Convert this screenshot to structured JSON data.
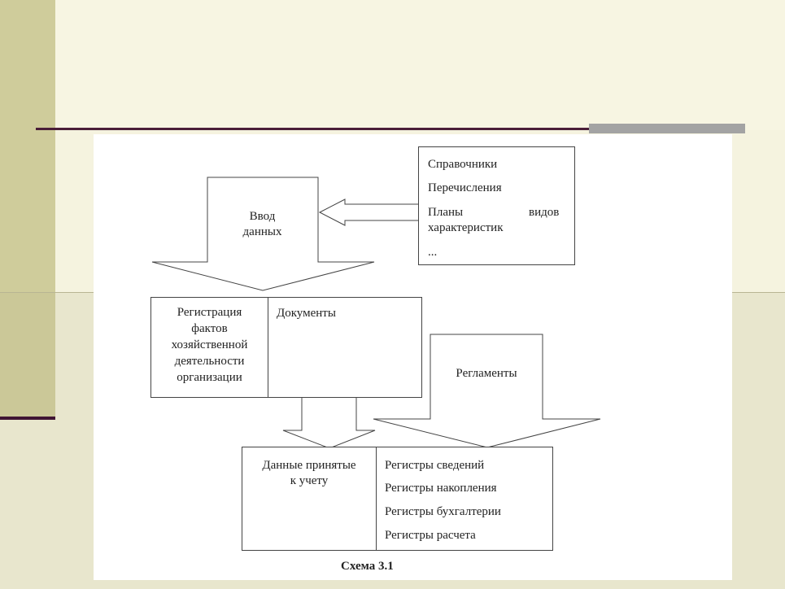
{
  "diagram": {
    "input_label_line1": "Ввод",
    "input_label_line2": "данных",
    "reference_items": [
      "Справочники",
      "Перечисления",
      "Планы",
      "видов",
      "характеристик",
      "..."
    ],
    "registration_lines": [
      "Регистрация",
      "фактов",
      "хозяйственной",
      "деятельности",
      "организации"
    ],
    "documents_label": "Документы",
    "regulations_label": "Регламенты",
    "accounted_data_lines": [
      "Данные принятые",
      "к учету"
    ],
    "registers": [
      "Регистры сведений",
      "Регистры накопления",
      "Регистры бухгалтерии",
      "Регистры расчета"
    ],
    "caption": "Схема 3.1"
  }
}
